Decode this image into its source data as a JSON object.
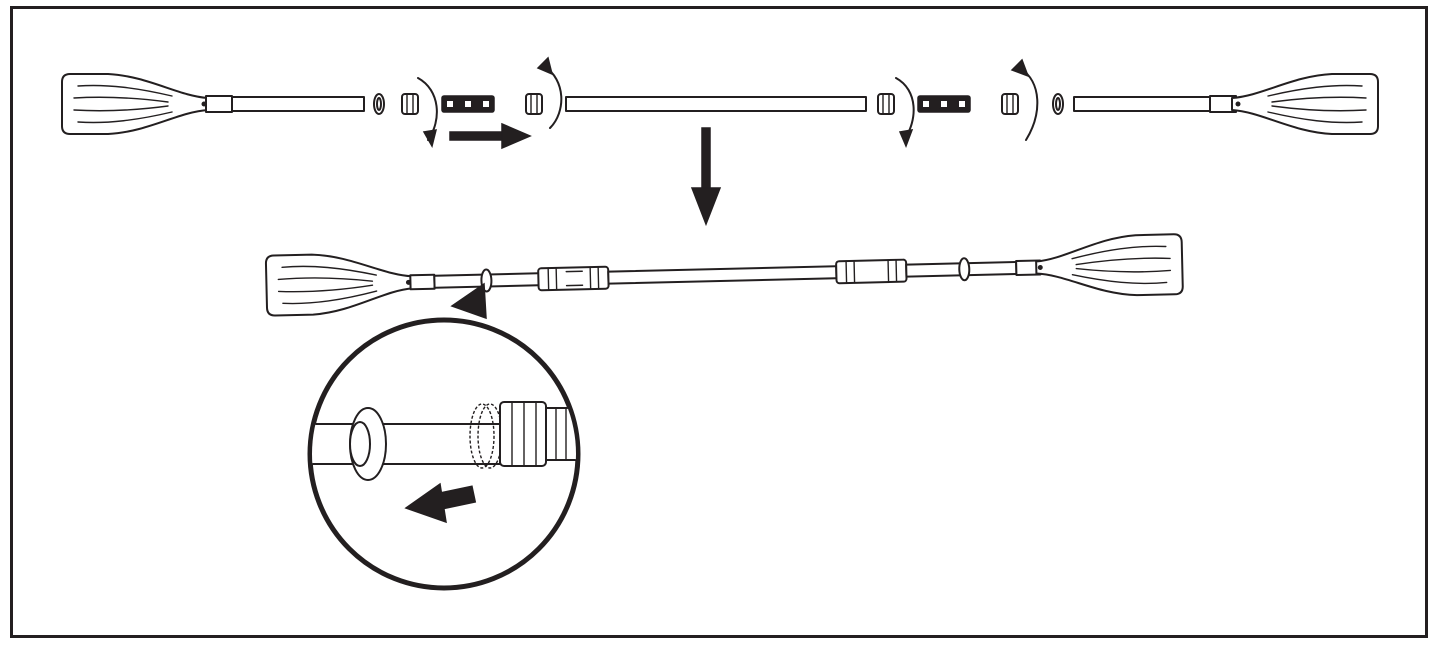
{
  "figure": {
    "kind": "paddle assembly instruction",
    "steps": [
      "exploded-parts",
      "assembled-paddle",
      "detail-slide-ring"
    ],
    "line_color": "#231f20",
    "background": "#ffffff"
  },
  "icons": {
    "rotate": "rotation-arrow-icon",
    "push": "push-arrow-icon",
    "down": "down-arrow-icon",
    "slide": "slide-arrow-icon"
  }
}
